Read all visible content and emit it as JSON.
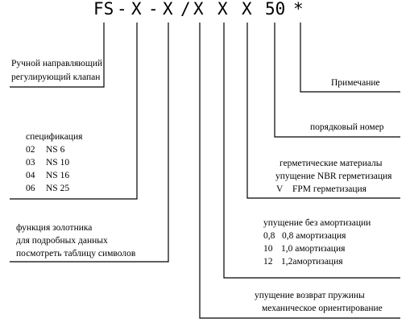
{
  "code": {
    "prefix": "FS",
    "dash1": "-",
    "slot1": "X",
    "dash2": "-",
    "slot2": "X",
    "slash": "/",
    "slot3": "X",
    "slot4": "X",
    "slot5": "X",
    "number": "50",
    "asterisk": "*"
  },
  "labels": {
    "valve": [
      "Ручной направляющий",
      "регулирующий клапан"
    ],
    "note": "Примечание",
    "serial": "порядковый номер",
    "seal": {
      "title": "герметические материалы",
      "line1": "упущение NBR герметизация",
      "line2_code": "V",
      "line2_text": "FPM герметизация"
    },
    "spec": {
      "title": "спецификация",
      "rows": [
        {
          "code": "02",
          "size": "NS 6"
        },
        {
          "code": "03",
          "size": "NS 10"
        },
        {
          "code": "04",
          "size": "NS 16"
        },
        {
          "code": "06",
          "size": "NS 25"
        }
      ]
    },
    "damping": {
      "title": "упущение  без амортизации",
      "rows": [
        {
          "code": "0,8",
          "text": "0,8 амортизация"
        },
        {
          "code": "10",
          "text": "1,0 амортизация"
        },
        {
          "code": "12",
          "text": "1,2амортизация"
        }
      ]
    },
    "spool": [
      "функция золотника",
      "для подробных данных",
      "посмотреть таблицу символов"
    ],
    "spring": [
      "упущение  возврат пружины",
      "механическое ориентирование"
    ]
  }
}
